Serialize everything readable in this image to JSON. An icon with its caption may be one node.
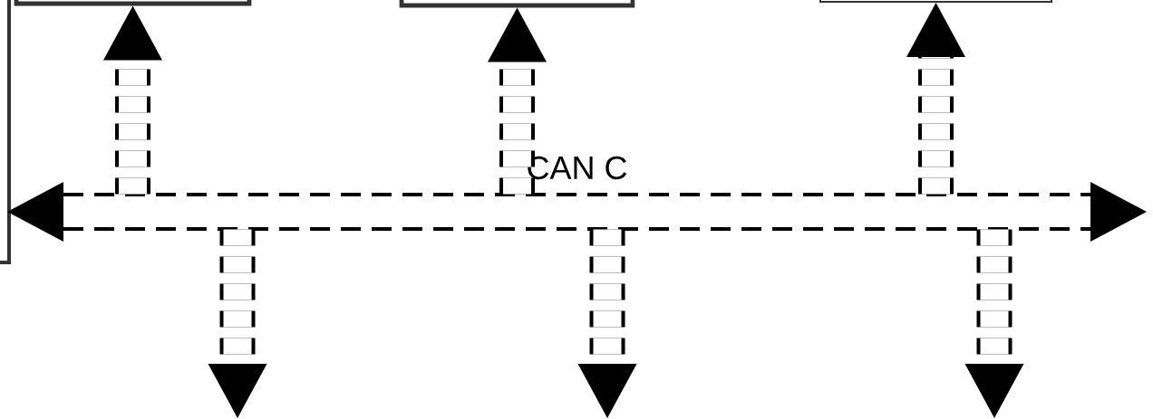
{
  "diagram": {
    "nodes": [
      {
        "text": [],
        "shape": "box"
      },
      {
        "text": [],
        "shape": "box"
      },
      {
        "text": [],
        "shape": "box"
      },
      {
        "text": [],
        "shape": "box"
      },
      {
        "text": [
          "CAN C"
        ]
      }
    ],
    "edges": [
      {
        "from": 4,
        "to": 1,
        "arrow": "to",
        "style": "dashed"
      },
      {
        "from": 4,
        "to": 2,
        "arrow": "to",
        "style": "dashed"
      },
      {
        "from": 4,
        "to": 3,
        "arrow": "to",
        "style": "dashed"
      },
      {
        "from": 4,
        "to": null,
        "arrow": "to",
        "style": "dashed"
      },
      {
        "from": 4,
        "to": null,
        "arrow": "to",
        "style": "dashed"
      },
      {
        "from": 4,
        "to": null,
        "arrow": "to",
        "style": "dashed"
      }
    ]
  }
}
